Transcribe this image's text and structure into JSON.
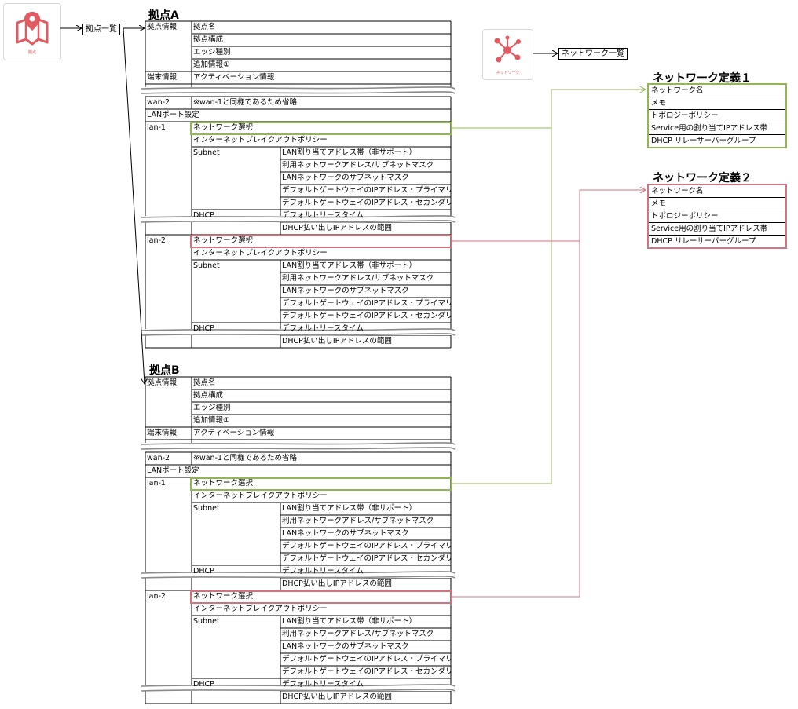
{
  "colors": {
    "green": "#94b458",
    "pink": "#cf7480",
    "icon_red": "#e05a60",
    "break_gray": "#8a8a8a"
  },
  "site_icon": {
    "icon": "map-pin-icon",
    "caption": "拠点"
  },
  "network_icon": {
    "icon": "network-hub-icon",
    "caption": "ネットワーク"
  },
  "site_list_label": "拠点一覧",
  "network_list_label": "ネットワーク一覧",
  "site_a_title": "拠点A",
  "site_b_title": "拠点B",
  "site": {
    "site_info_label": "拠点情報",
    "site_info_items": [
      "拠点名",
      "拠点構成",
      "エッジ種別",
      "追加情報①"
    ],
    "device_info_label": "端末情報",
    "device_info_value": "アクティベーション情報",
    "wan2_label": "wan-2",
    "wan2_note": "※wan-1と同様であるため省略",
    "lan_port_label": "LANポート設定",
    "lan1_label": "lan-1",
    "lan2_label": "lan-2",
    "network_select": "ネットワーク選択",
    "breakout": "インターネットブレイクアウトポリシー",
    "subnet_label": "Subnet",
    "subnet_items": [
      "LAN割り当てアドレス帯（非サポート）",
      "利用ネットワークアドレス/サブネットマスク",
      "LANネットワークのサブネットマスク",
      "デフォルトゲートウェイのIPアドレス・プライマリ",
      "デフォルトゲートウェイのIPアドレス・セカンダリ"
    ],
    "dhcp_label": "DHCP",
    "dhcp_lease": "デフォルトリースタイム",
    "dhcp_range": "DHCP払い出しIPアドレスの範囲"
  },
  "net_def_1": {
    "title": "ネットワーク定義１",
    "rows": [
      "ネットワーク名",
      "メモ",
      "トポロジーポリシー",
      "Service用の割り当てIPアドレス帯",
      "DHCP リレーサーバーグループ"
    ]
  },
  "net_def_2": {
    "title": "ネットワーク定義２",
    "rows": [
      "ネットワーク名",
      "メモ",
      "トポロジーポリシー",
      "Service用の割り当てIPアドレス帯",
      "DHCP リレーサーバーグループ"
    ]
  }
}
